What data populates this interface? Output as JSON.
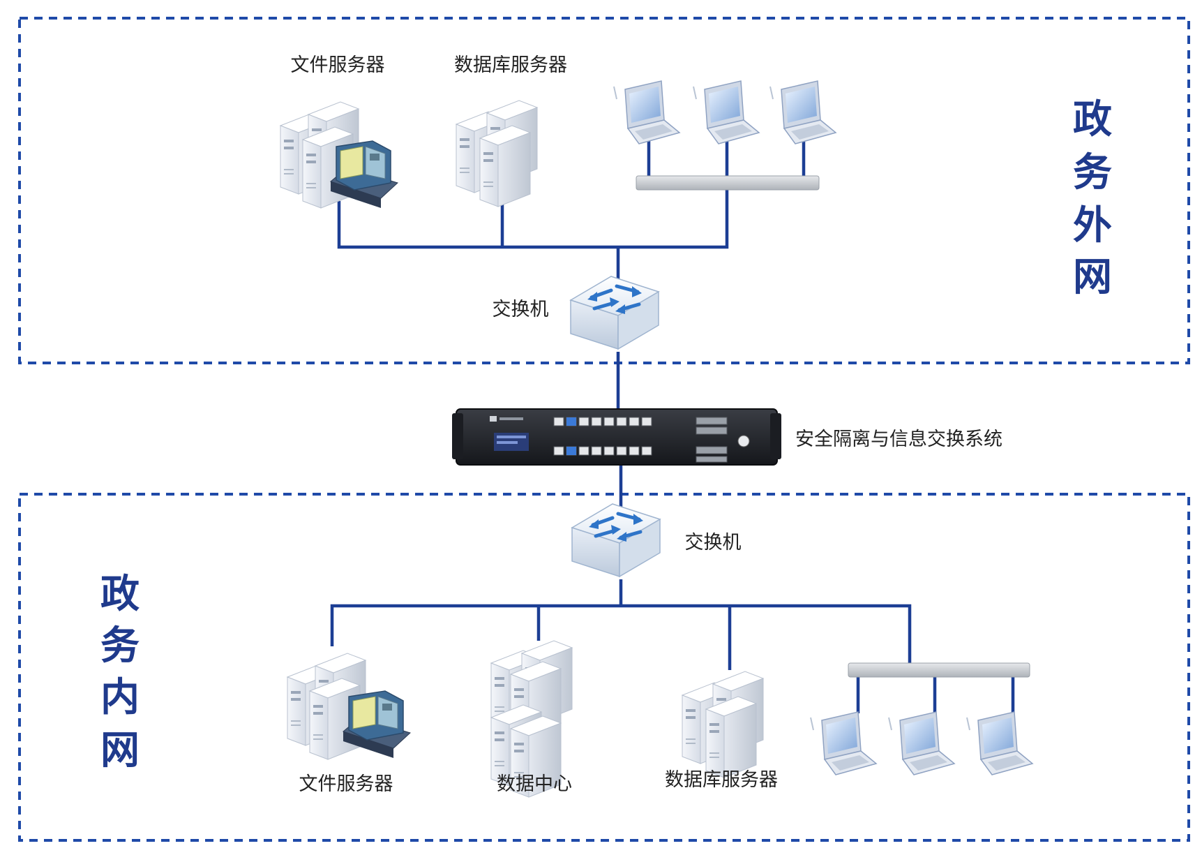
{
  "colors": {
    "line": "#1c3e94",
    "zone_border": "#1f4aa8",
    "zone_text": "#1f3a8c",
    "bus": "#c3c7cc"
  },
  "outer_zone": {
    "title": [
      "政",
      "务",
      "外",
      "网"
    ],
    "file_server_label": "文件服务器",
    "db_server_label": "数据库服务器",
    "switch_label": "交换机",
    "laptops": [
      {
        "icon": "laptop-icon"
      },
      {
        "icon": "laptop-icon"
      },
      {
        "icon": "laptop-icon"
      }
    ]
  },
  "gateway": {
    "label": "安全隔离与信息交换系统",
    "icon": "rack-appliance-icon"
  },
  "inner_zone": {
    "title": [
      "政",
      "务",
      "内",
      "网"
    ],
    "switch_label": "交换机",
    "file_server_label": "文件服务器",
    "data_center_label": "数据中心",
    "db_server_label": "数据库服务器",
    "laptops": [
      {
        "icon": "laptop-icon"
      },
      {
        "icon": "laptop-icon"
      },
      {
        "icon": "laptop-icon"
      }
    ]
  }
}
